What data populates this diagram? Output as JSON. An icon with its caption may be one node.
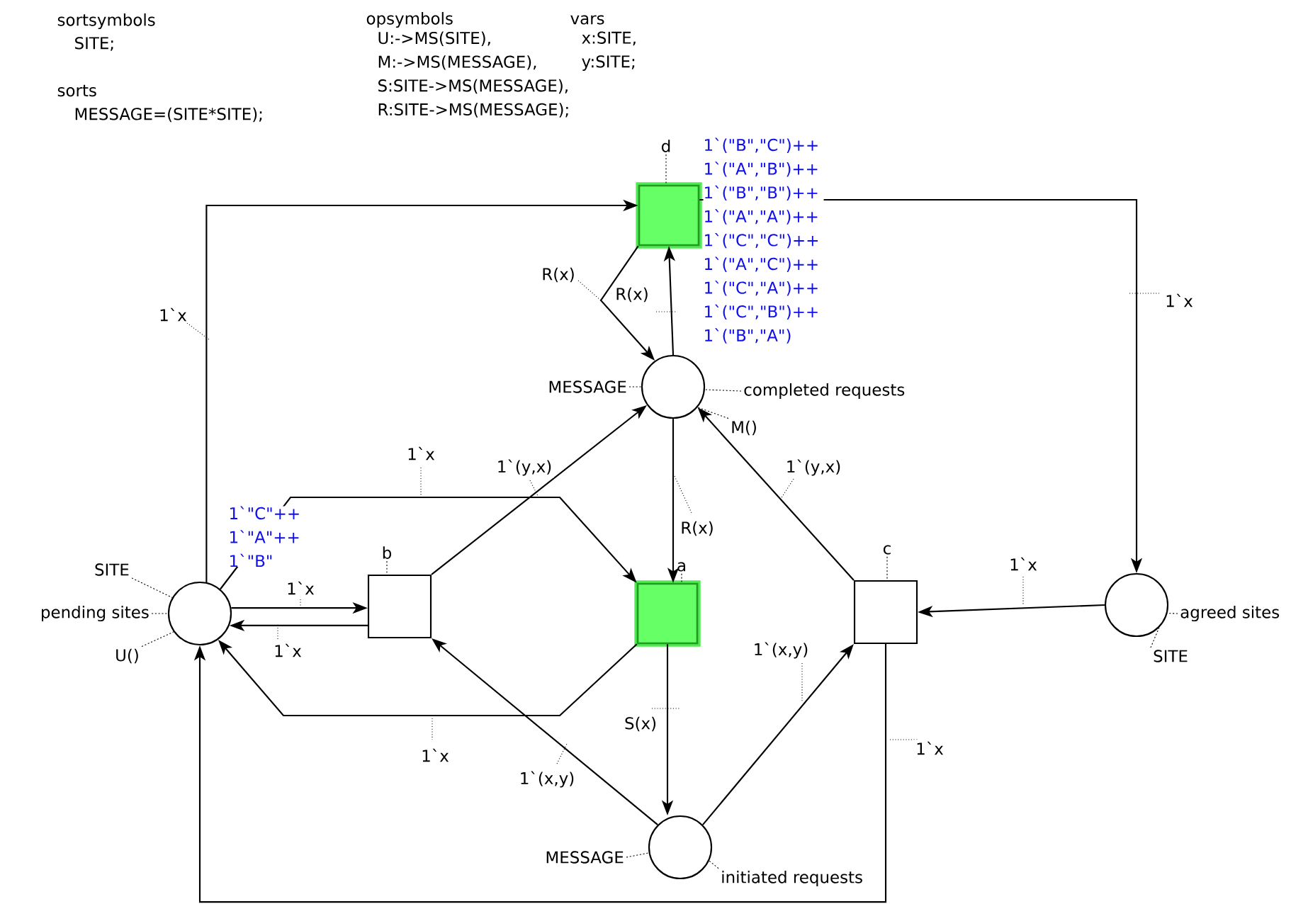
{
  "diagram": {
    "nodes": [
      {
        "text": [],
        "shape": "box"
      },
      {
        "text": [],
        "shape": "circle",
        "beside": [
          "1`(\"B\",\"C\")++ 1`(\"A\",\"B\")++ 1`(\"B\",\"B\")++ 1`(\"A\",\"A\")++ 1`(\"C\",\"C\")++ 1`(\"A\",\"C\")++ 1`(\"C\",\"A\")++ 1`(\"C\",\"B\")++ 1`(\"B\",\"A\")"
        ]
      },
      {
        "text": [],
        "shape": "circle",
        "beside": [
          "1`\"C\"++ 1`\"A\"++ 1`\"B\""
        ]
      },
      {
        "text": [],
        "shape": "box"
      },
      {
        "text": [],
        "shape": "box"
      },
      {
        "text": [],
        "shape": "box"
      },
      {
        "text": [],
        "shape": "circle"
      },
      {
        "text": [],
        "shape": "circle"
      },
      {
        "text": [
          "d"
        ]
      },
      {
        "text": [
          "MESSAGE"
        ]
      },
      {
        "text": [
          "completed requests"
        ]
      },
      {
        "text": [
          "M()"
        ]
      },
      {
        "text": [
          "SITE"
        ]
      },
      {
        "text": [
          "pending sites"
        ]
      },
      {
        "text": [
          "U()"
        ]
      },
      {
        "text": [
          "b"
        ]
      },
      {
        "text": [
          "a"
        ]
      },
      {
        "text": [
          "c"
        ]
      },
      {
        "text": [
          "agreed sites"
        ]
      },
      {
        "text": [
          "SITE"
        ]
      },
      {
        "text": [
          "MESSAGE"
        ]
      },
      {
        "text": [
          "initiated requests"
        ]
      }
    ],
    "edges": [
      {
        "from": 2,
        "to": 0,
        "arrow": "to",
        "label": "1`x"
      },
      {
        "from": 0,
        "to": 6,
        "arrow": "to",
        "label": "1`x"
      },
      {
        "from": 0,
        "to": 1,
        "arrow": "to",
        "label": "R(x)"
      },
      {
        "from": 1,
        "to": 0,
        "arrow": "to",
        "label": "R(x)"
      },
      {
        "from": 2,
        "to": 4,
        "arrow": "to",
        "label": "1`x"
      },
      {
        "from": 2,
        "to": 3,
        "arrow": "to",
        "label": "1`x"
      },
      {
        "from": 3,
        "to": 2,
        "arrow": "to",
        "label": "1`x"
      },
      {
        "from": 3,
        "to": 1,
        "arrow": "to",
        "label": "1`(y,x)"
      },
      {
        "from": 1,
        "to": 4,
        "arrow": "to",
        "label": "R(x)"
      },
      {
        "from": 5,
        "to": 1,
        "arrow": "to",
        "label": "1`(y,x)"
      },
      {
        "from": 6,
        "to": 5,
        "arrow": "to",
        "label": "1`x"
      },
      {
        "from": 4,
        "to": 2,
        "arrow": "to",
        "label": "1`x"
      },
      {
        "from": 4,
        "to": 7,
        "arrow": "to",
        "label": "S(x)"
      },
      {
        "from": 7,
        "to": 3,
        "arrow": "to",
        "label": "1`(x,y)"
      },
      {
        "from": 7,
        "to": 5,
        "arrow": "to",
        "label": "1`(x,y)"
      },
      {
        "from": 5,
        "to": 2,
        "arrow": "to",
        "label": "1`x"
      },
      {
        "from": 8,
        "to": 0,
        "arrow": "none",
        "style": "dashed"
      },
      {
        "from": 9,
        "to": 1,
        "arrow": "none",
        "style": "dashed"
      },
      {
        "from": 10,
        "to": 1,
        "arrow": "none",
        "style": "dashed"
      },
      {
        "from": 11,
        "to": 1,
        "arrow": "none",
        "style": "dashed"
      },
      {
        "from": 12,
        "to": 2,
        "arrow": "none",
        "style": "dashed"
      },
      {
        "from": 13,
        "to": 2,
        "arrow": "none",
        "style": "dashed"
      },
      {
        "from": 14,
        "to": 2,
        "arrow": "none",
        "style": "dashed"
      },
      {
        "from": 15,
        "to": 3,
        "arrow": "none",
        "style": "dashed"
      },
      {
        "from": 16,
        "to": 4,
        "arrow": "none",
        "style": "dashed"
      },
      {
        "from": 17,
        "to": 5,
        "arrow": "none",
        "style": "dashed"
      },
      {
        "from": 18,
        "to": 6,
        "arrow": "none",
        "style": "dashed"
      },
      {
        "from": 19,
        "to": 6,
        "arrow": "none",
        "style": "dashed"
      },
      {
        "from": 20,
        "to": 7,
        "arrow": "none",
        "style": "dashed"
      },
      {
        "from": 21,
        "to": 7,
        "arrow": "none",
        "style": "dashed"
      }
    ],
    "labels": [
      "sortsymbols",
      "SITE;",
      "sorts",
      "MESSAGE=(SITE*SITE);",
      "opsymbols",
      "U:->MS(SITE), M:->MS(MESSAGE), S:SITE->MS(MESSAGE), R:SITE->MS(MESSAGE);",
      "vars",
      "x:SITE, y:SITE;"
    ]
  }
}
